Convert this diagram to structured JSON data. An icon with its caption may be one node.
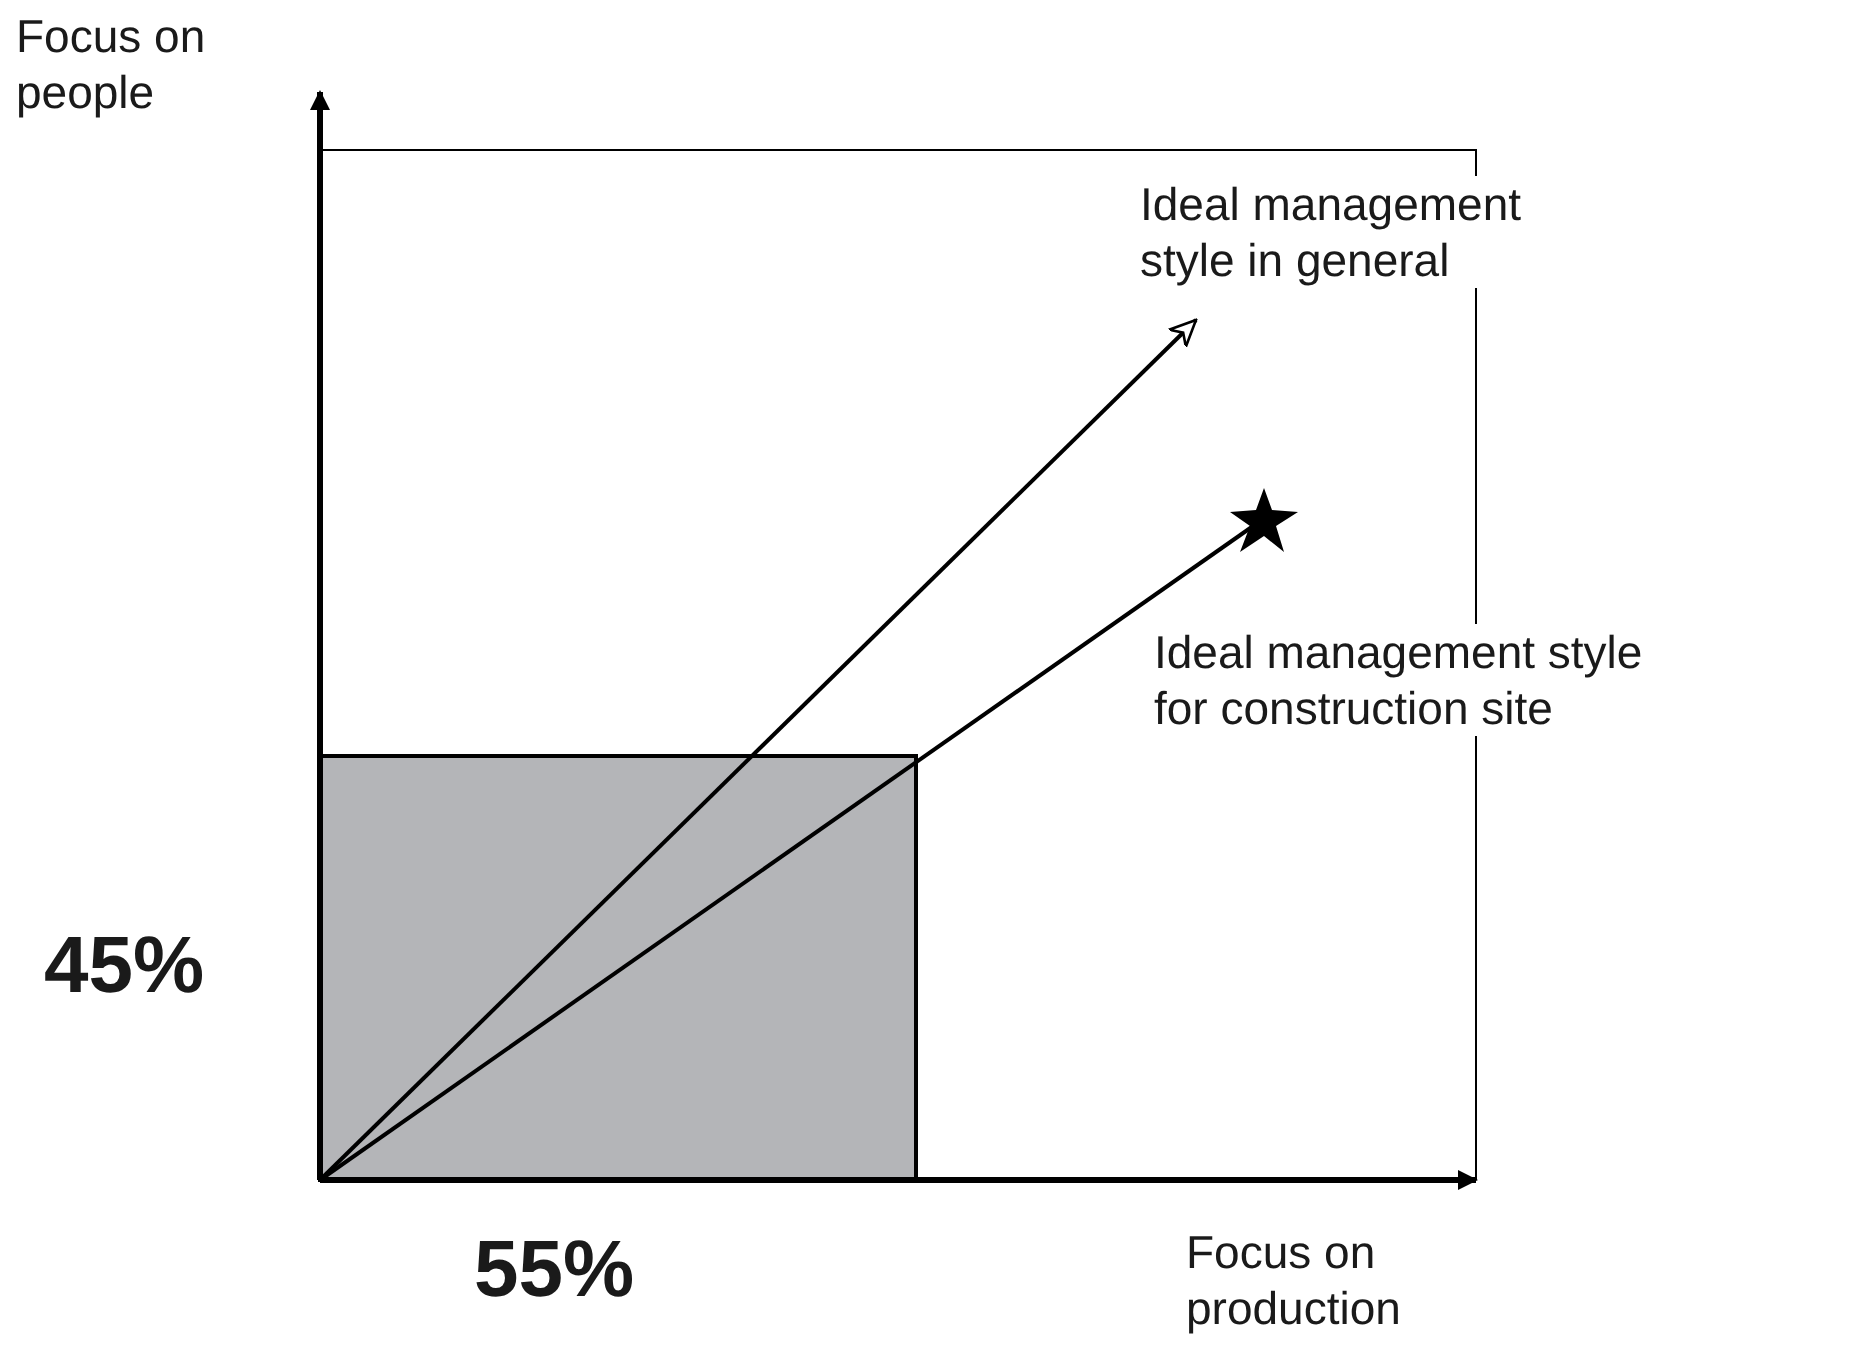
{
  "diagram": {
    "labels": [
      "Focus on people",
      "Ideal management style in general",
      "Ideal management style for construction site",
      "45%",
      "55%",
      "Focus on production"
    ]
  }
}
